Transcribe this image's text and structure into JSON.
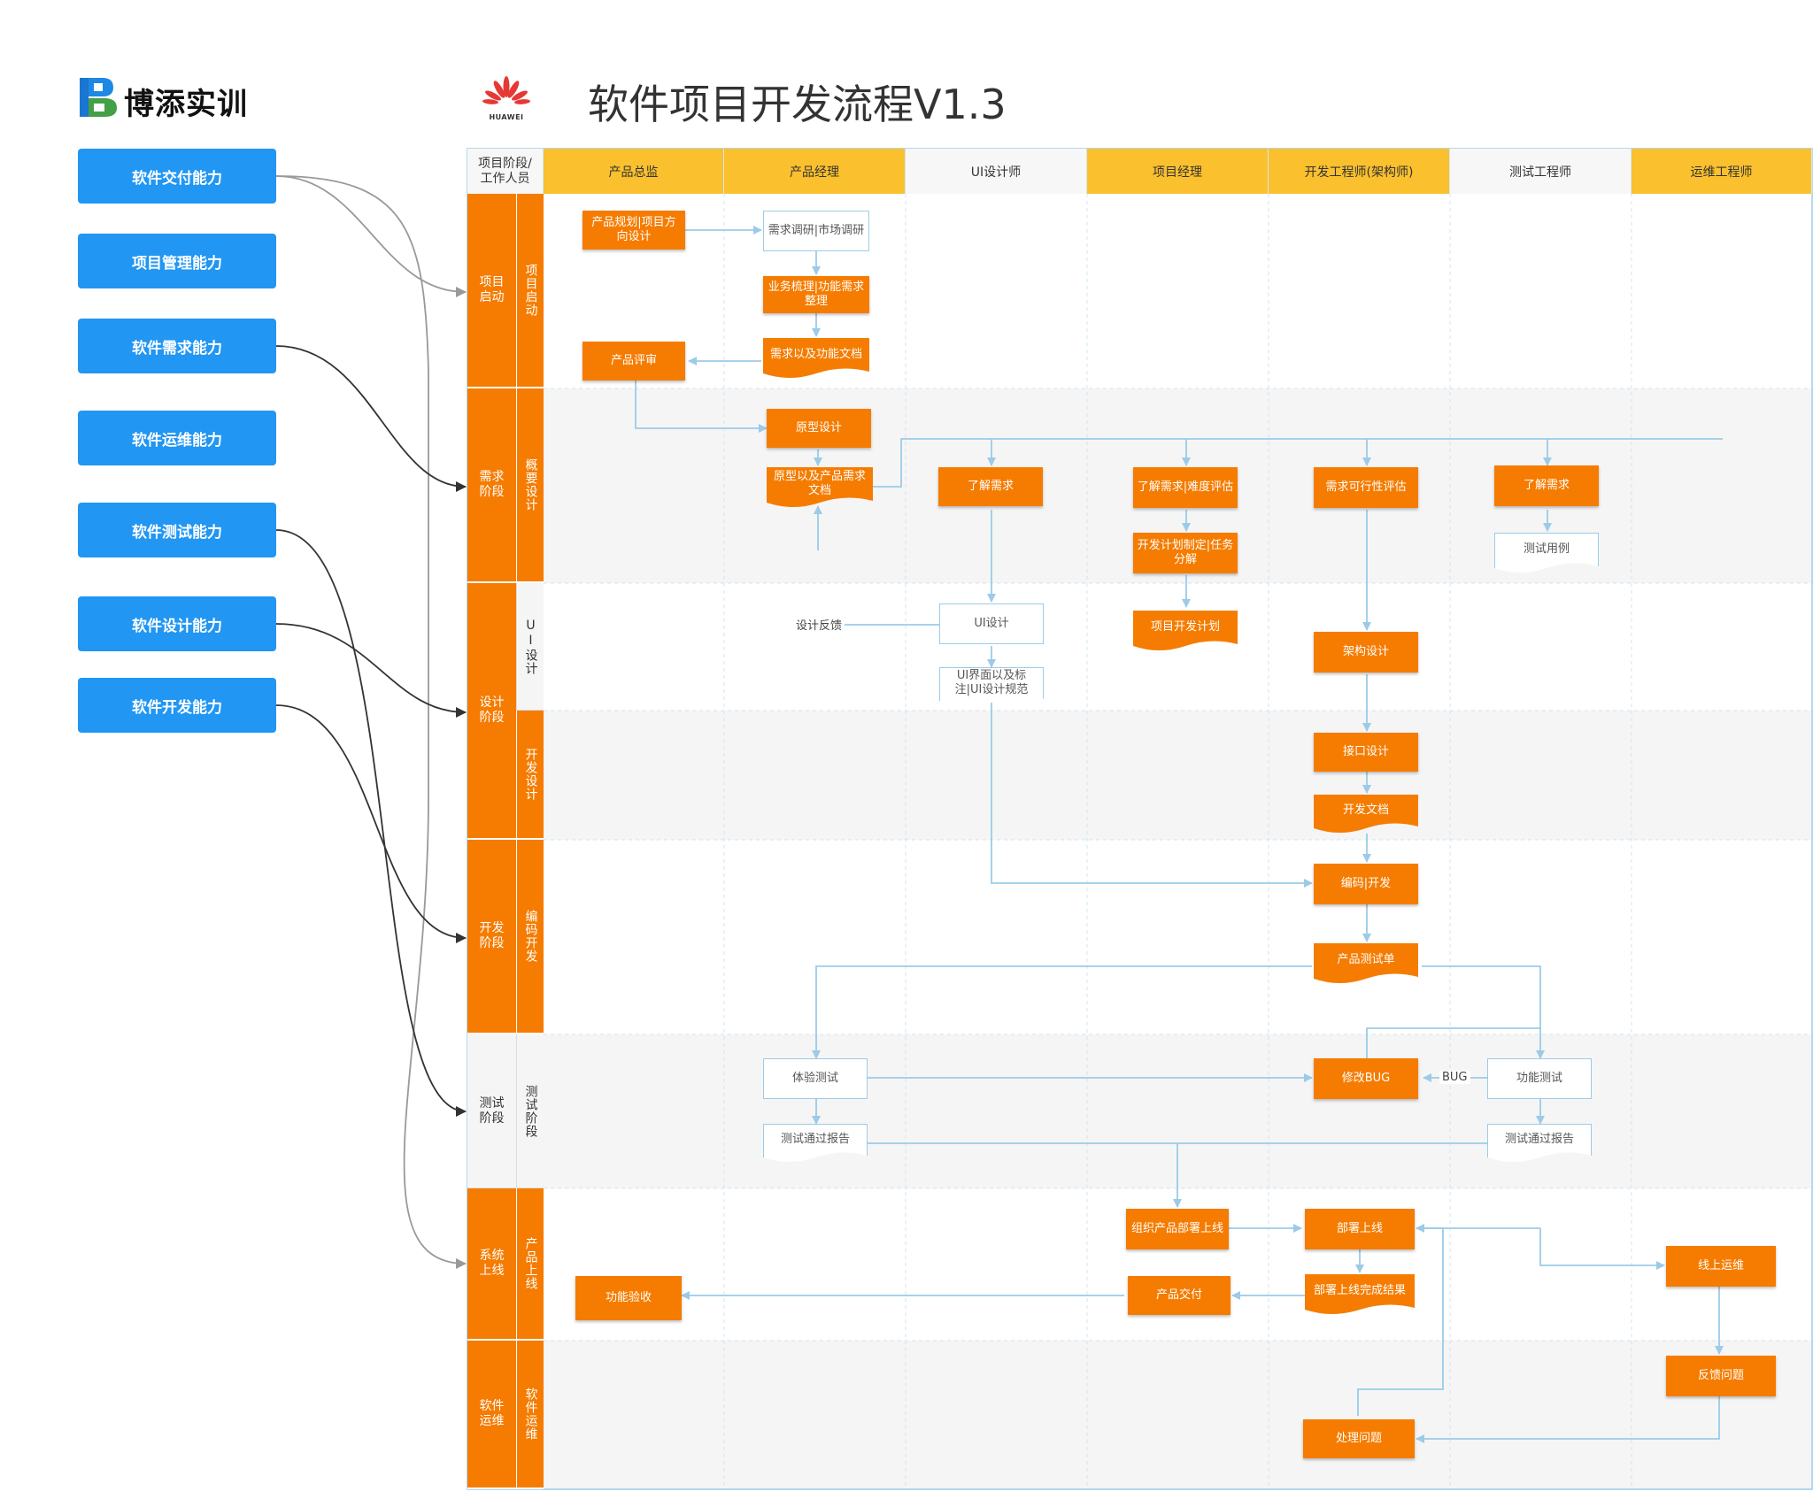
{
  "logo": {
    "brand": "博添实训"
  },
  "huawei_logo": {
    "text": "HUAWEI"
  },
  "title": "软件项目开发流程V1.3",
  "colors": {
    "orange": "#F57C00",
    "yellow": "#FBC02D",
    "blue": "#2196F3",
    "line": "#9ccbe8"
  },
  "skills": [
    "软件交付能力",
    "项目管理能力",
    "软件需求能力",
    "软件运维能力",
    "软件测试能力",
    "软件设计能力",
    "软件开发能力"
  ],
  "corner_label": "项目阶段/\n工作人员",
  "roles": [
    "产品总监",
    "产品经理",
    "UI设计师",
    "项目经理",
    "开发工程师(架构师)",
    "测试工程师",
    "运维工程师"
  ],
  "stages": [
    "项目\n启动",
    "需求\n阶段",
    "设计\n阶段",
    "开发\n阶段",
    "测试\n阶段",
    "系统\n上线",
    "软件\n运维"
  ],
  "substages": [
    "项目启动",
    "概要设计",
    "UI设计",
    "开发设计",
    "编码开发",
    "测试阶段",
    "产品上线",
    "软件运维"
  ],
  "nodes": {
    "n1": "产品规划|项目方向设计",
    "n2": "需求调研|市场调研",
    "n3": "业务梳理|功能需求整理",
    "n4": "需求以及功能文档",
    "n5": "产品评审",
    "n6": "原型设计",
    "n7": "原型以及产品需求文档",
    "n8": "了解需求",
    "n9": "了解需求|难度评估",
    "n10": "开发计划制定|任务分解",
    "n11": "需求可行性评估",
    "n12": "了解需求",
    "n13": "测试用例",
    "n14": "UI设计",
    "n15": "UI界面以及标注|UI设计规范",
    "n16": "项目开发计划",
    "n17": "架构设计",
    "n18": "接口设计",
    "n19": "开发文档",
    "n20": "编码|开发",
    "n21": "产品测试单",
    "n22": "体验测试",
    "n23": "修改BUG",
    "n24": "功能测试",
    "n25": "测试通过报告",
    "n26": "测试通过报告",
    "n27": "组织产品部署上线",
    "n28": "部署上线",
    "n29": "部署上线完成结果",
    "n30": "产品交付",
    "n31": "功能验收",
    "n32": "线上运维",
    "n33": "反馈问题",
    "n34": "处理问题"
  },
  "edge_labels": {
    "feedback": "设计反馈",
    "bug": "BUG"
  }
}
